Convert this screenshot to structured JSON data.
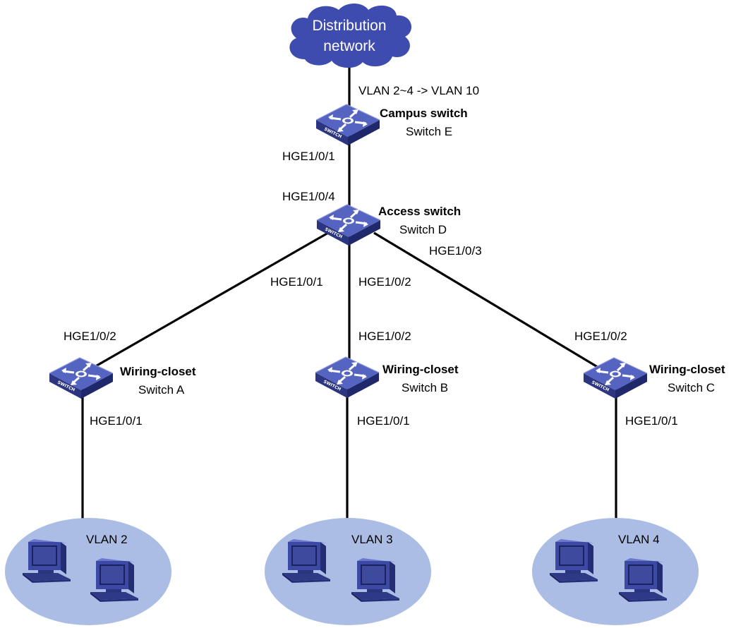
{
  "cloud": {
    "line1": "Distribution",
    "line2": "network"
  },
  "vlan_map": "VLAN 2~4 -> VLAN 10",
  "switches": {
    "e": {
      "role": "Campus switch",
      "name": "Switch E",
      "icon": "switch-icon"
    },
    "d": {
      "role": "Access switch",
      "name": "Switch D",
      "icon": "switch-icon"
    },
    "a": {
      "role": "Wiring-closet",
      "name": "Switch A",
      "icon": "switch-icon"
    },
    "b": {
      "role": "Wiring-closet",
      "name": "Switch B",
      "icon": "switch-icon"
    },
    "c": {
      "role": "Wiring-closet",
      "name": "Switch C",
      "icon": "switch-icon"
    }
  },
  "switch_badge": "SWITCH",
  "ports": {
    "e_down": "HGE1/0/1",
    "d_up": "HGE1/0/4",
    "d_to_a": "HGE1/0/1",
    "d_to_b": "HGE1/0/2",
    "d_to_c": "HGE1/0/3",
    "a_up": "HGE1/0/2",
    "b_up": "HGE1/0/2",
    "c_up": "HGE1/0/2",
    "a_down": "HGE1/0/1",
    "b_down": "HGE1/0/1",
    "c_down": "HGE1/0/1"
  },
  "vlans": {
    "a": "VLAN 2",
    "b": "VLAN 3",
    "c": "VLAN 4"
  },
  "colors": {
    "switch_top": "#4f5cb8",
    "switch_side": "#26307a",
    "cloud": "#3f4caf",
    "vlan_area": "#abbde5",
    "link": "#000000"
  }
}
